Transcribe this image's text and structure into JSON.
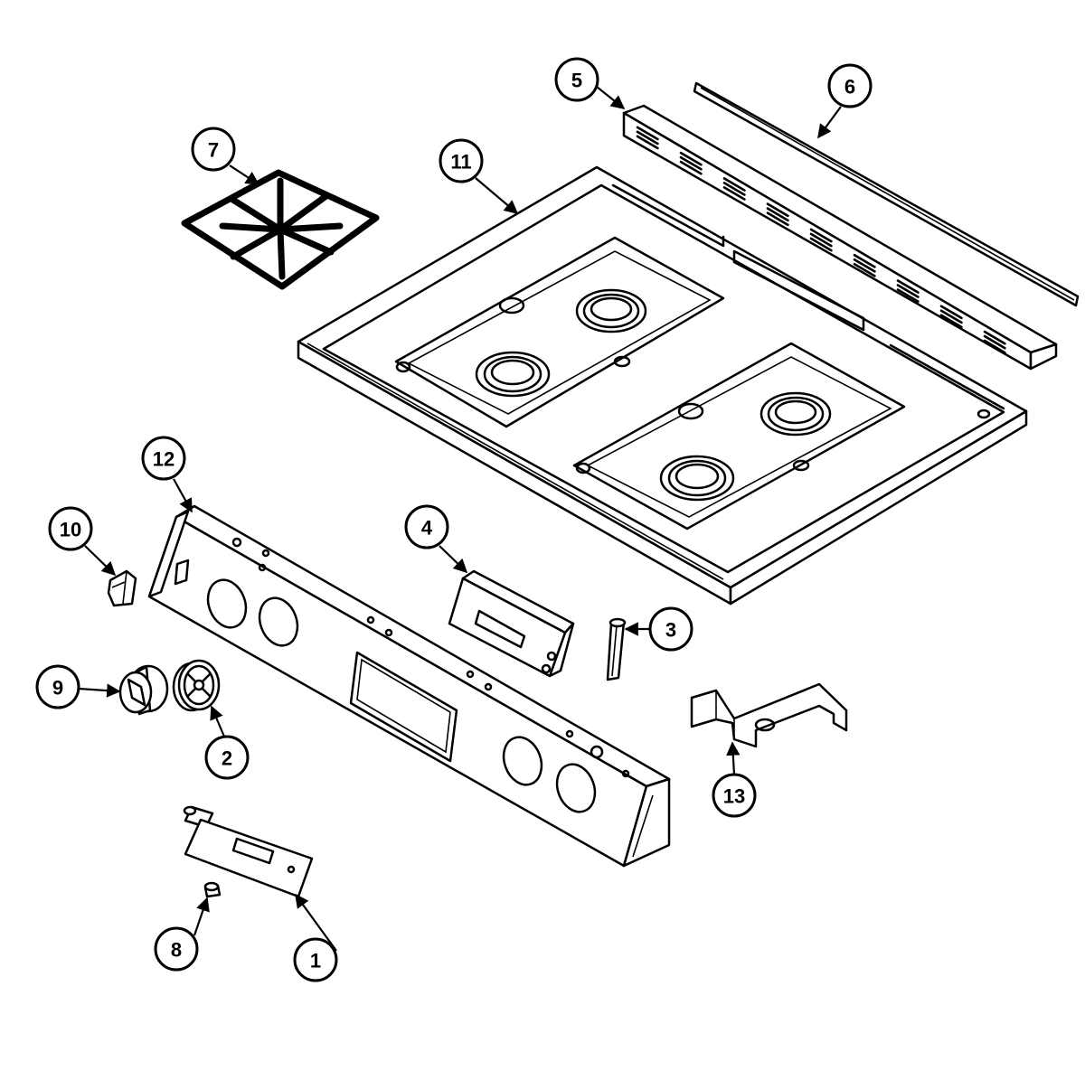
{
  "callouts": [
    {
      "label": "1"
    },
    {
      "label": "2"
    },
    {
      "label": "3"
    },
    {
      "label": "4"
    },
    {
      "label": "5"
    },
    {
      "label": "6"
    },
    {
      "label": "7"
    },
    {
      "label": "8"
    },
    {
      "label": "9"
    },
    {
      "label": "10"
    },
    {
      "label": "11"
    },
    {
      "label": "12"
    },
    {
      "label": "13"
    }
  ],
  "colors": {
    "line": "#000000",
    "background": "#ffffff"
  }
}
